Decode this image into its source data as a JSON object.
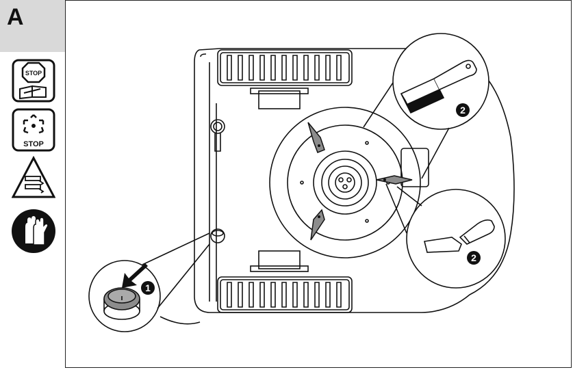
{
  "section": {
    "letter": "A"
  },
  "icons": [
    {
      "name": "stop-read-manual-icon",
      "text": "STOP"
    },
    {
      "name": "stop-rotating-blades-icon",
      "text": "STOP"
    },
    {
      "name": "warning-manual-triangle-icon"
    },
    {
      "name": "wear-gloves-icon"
    }
  ],
  "callouts": [
    {
      "number": "1",
      "tool": "emergency-stop-button"
    },
    {
      "number": "2",
      "tool": "brush"
    },
    {
      "number": "2",
      "tool": "scraper"
    }
  ],
  "colors": {
    "tab": "#d9d9d9",
    "line": "#111111",
    "blade": "#8c8c8c",
    "badge": "#111111"
  }
}
